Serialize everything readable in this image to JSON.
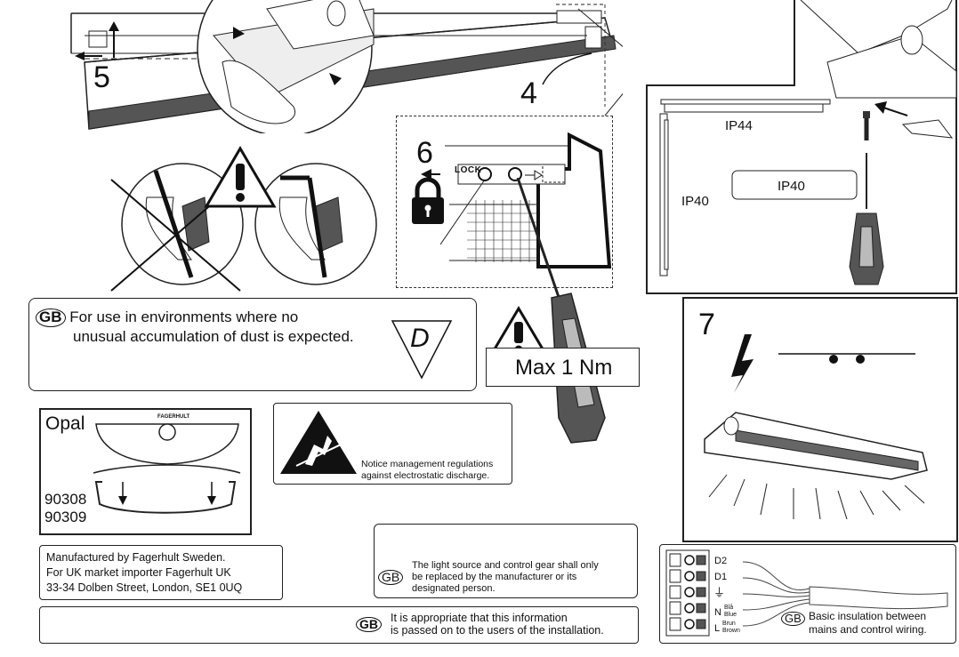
{
  "steps": {
    "s4": "4",
    "s5": "5",
    "s6": "6",
    "s7": "7"
  },
  "lock_label": "LOCK",
  "ip": {
    "ip44": "IP44",
    "ip40_vertical": "IP40",
    "ip40_horizontal": "IP40"
  },
  "dust_notice": {
    "gb": "GB",
    "line1": "For use in environments where no",
    "line2": "unusual accumulation of dust is expected.",
    "symbol": "D"
  },
  "torque": {
    "label": "Max 1 Nm"
  },
  "opal": {
    "title": "Opal",
    "code1": "90308",
    "code2": "90309",
    "brand": "FAGERHULT"
  },
  "esd": {
    "line1": "Notice management regulations",
    "line2": "against electrostatic discharge."
  },
  "manufacturer": {
    "line1": "Manufactured by Fagerhult Sweden.",
    "line2": "For UK market importer Fagerhult UK",
    "line3": "33-34 Dolben Street, London, SE1 0UQ"
  },
  "replacement": {
    "gb": "GB",
    "line1": "The light source and control gear shall only",
    "line2": "be replaced by the manufacturer or its",
    "line3": "designated person."
  },
  "info_notice": {
    "gb": "GB",
    "line1": "It is appropriate that this information",
    "line2": "is passed on to the users of the installation."
  },
  "wiring": {
    "d2": "D2",
    "d1": "D1",
    "earth": "⏚",
    "n": "N",
    "n_sv": "Blå",
    "n_en": "Blue",
    "l": "L",
    "l_sv": "Brun",
    "l_en": "Brown",
    "gb": "GB",
    "note1": "Basic insulation between",
    "note2": "mains and control wiring."
  }
}
